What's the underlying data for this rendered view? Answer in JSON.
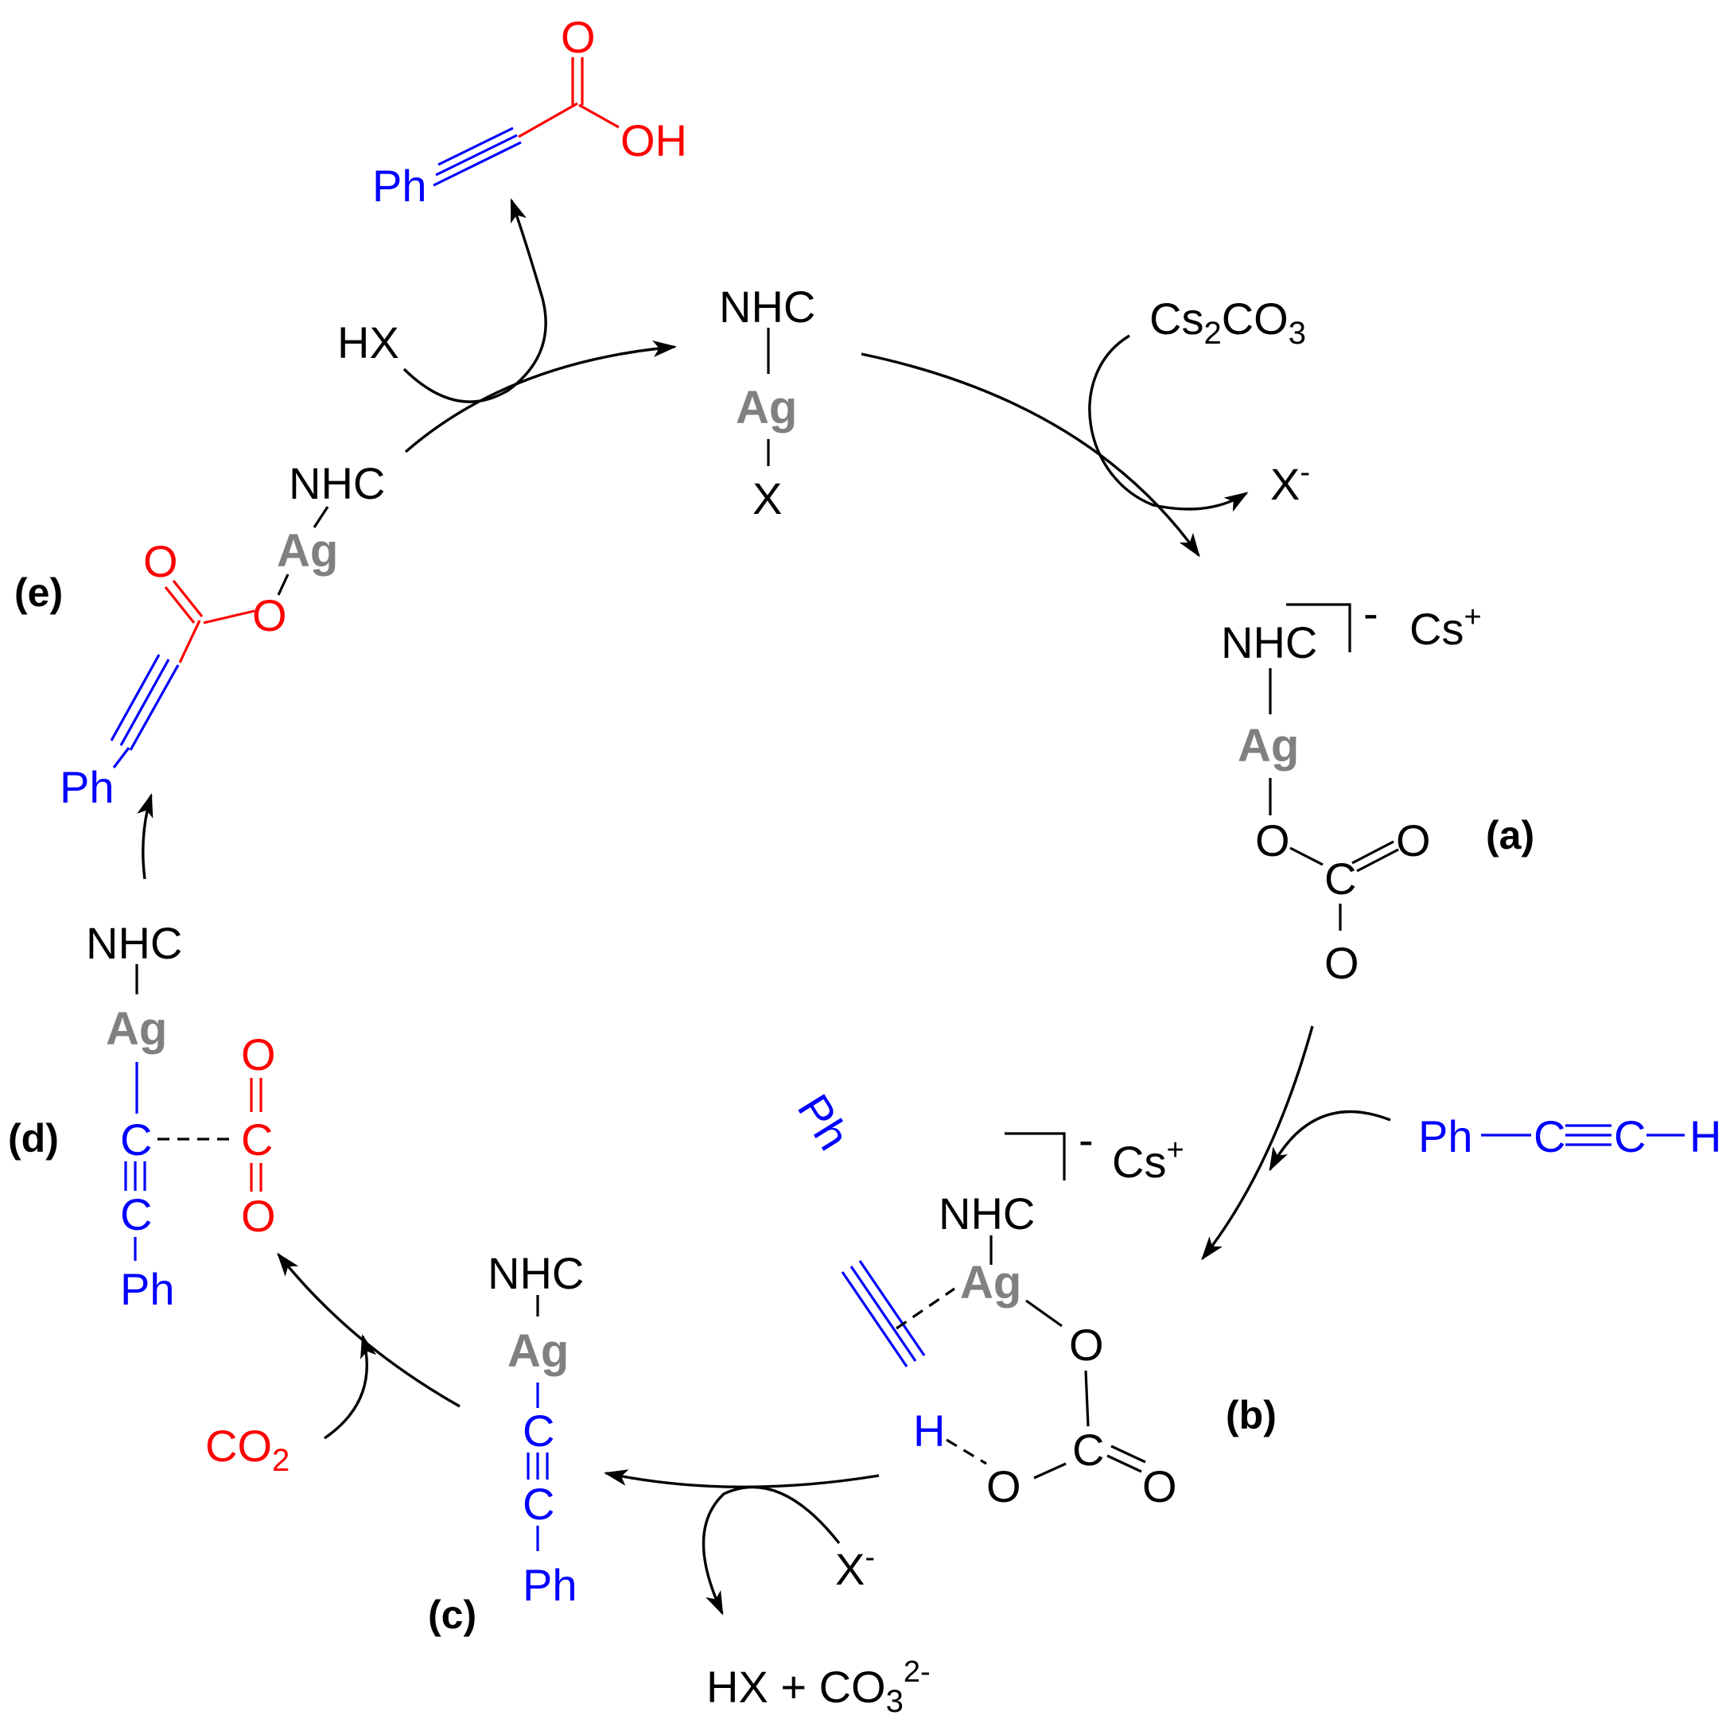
{
  "colors": {
    "black": "#000000",
    "silver": "#808080",
    "red": "#ff0000",
    "blue": "#0000ff"
  },
  "atoms": {
    "ag": "Ag",
    "nhc": "NHC",
    "x": "X",
    "o": "O",
    "c": "C",
    "h": "H",
    "oh": "OH",
    "ph": "Ph",
    "hx": "HX",
    "cs": "Cs"
  },
  "symbols": {
    "plus": "+",
    "minus": "-",
    "charge_2minus": "2-",
    "sub2": "2",
    "sub3": "3"
  },
  "labels": {
    "a": "(a)",
    "b": "(b)",
    "c": "(c)",
    "d": "(d)",
    "e": "(e)"
  },
  "reagents": {
    "cs2co3": {
      "prefix": "Cs",
      "sub1": "2",
      "mid": "CO",
      "sub2": "3"
    },
    "x_anion": {
      "base": "X",
      "sup": "-"
    },
    "phenylacetylene": {
      "ph": "Ph",
      "c1": "C",
      "c2": "C",
      "h": "H"
    },
    "co2": {
      "base": "CO",
      "sub": "2"
    },
    "byproduct": {
      "prefix": "HX + CO",
      "sub": "3",
      "sup": "2-"
    }
  }
}
